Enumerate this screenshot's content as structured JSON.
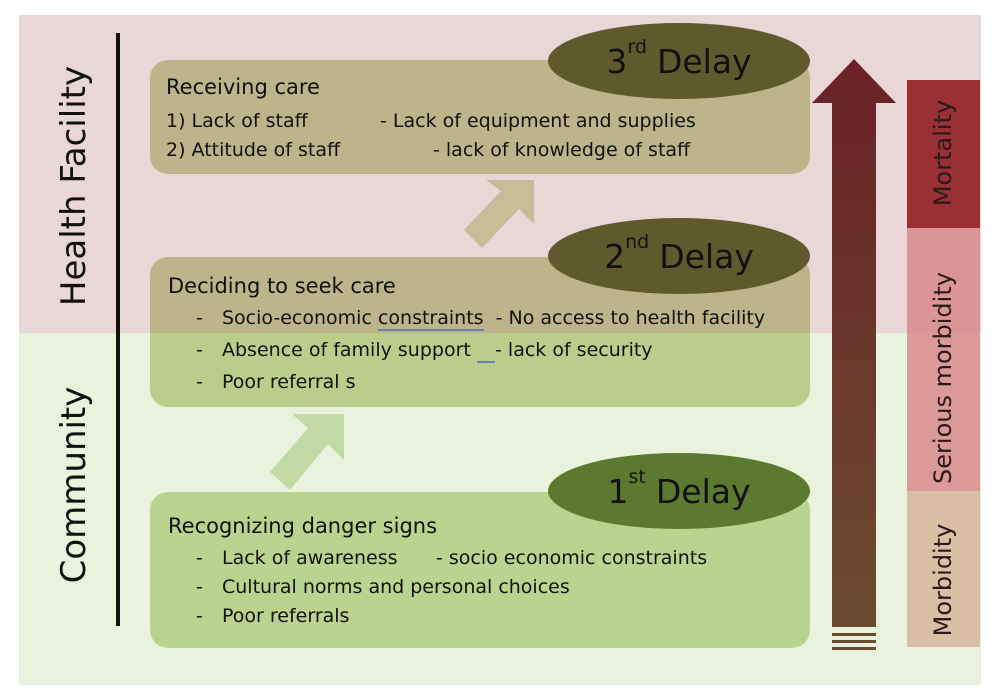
{
  "zones": {
    "top_label": "Health Facility",
    "bottom_label": "Community",
    "top_color": "#e9d6d7",
    "bottom_color": "#e8f2dc"
  },
  "delays": [
    {
      "num": "3",
      "suffix": "rd",
      "word": "Delay",
      "color": "#5e5a2e"
    },
    {
      "num": "2",
      "suffix": "nd",
      "word": "Delay",
      "color": "#5e5a2e"
    },
    {
      "num": "1",
      "suffix": "st",
      "word": "Delay",
      "color": "#5c7a2f"
    }
  ],
  "boxes": {
    "receiving": {
      "title": "Receiving care",
      "lines": [
        {
          "left": "1) Lack of staff",
          "right": "- Lack of equipment and supplies"
        },
        {
          "left": "2) Attitude of staff",
          "right": "- lack of knowledge of staff"
        }
      ]
    },
    "deciding": {
      "title": "Deciding to seek care",
      "lines": [
        {
          "bullet": "-",
          "text_a": "Socio-economic ",
          "text_b": "constraints",
          "text_c": "  - No access to health facility"
        },
        {
          "bullet": "-",
          "text_a": "Absence of family support ",
          "text_b": "   ",
          "text_c": "- lack of security"
        },
        {
          "bullet": "-",
          "text_a": "Poor referral s",
          "text_b": "",
          "text_c": ""
        }
      ]
    },
    "recognizing": {
      "title": "Recognizing danger signs",
      "lines": [
        {
          "bullet": "-",
          "left": "Lack of awareness",
          "right": "- socio economic constraints"
        },
        {
          "bullet": "-",
          "left": "Cultural norms and personal choices",
          "right": ""
        },
        {
          "bullet": "-",
          "left": "Poor referrals",
          "right": ""
        }
      ]
    }
  },
  "severity": [
    {
      "label": "Mortality",
      "color": "#983035"
    },
    {
      "label": "Serious morbidity",
      "color": "#d88a8c"
    },
    {
      "label": "Morbidity",
      "color": "#d8bfa6"
    }
  ]
}
